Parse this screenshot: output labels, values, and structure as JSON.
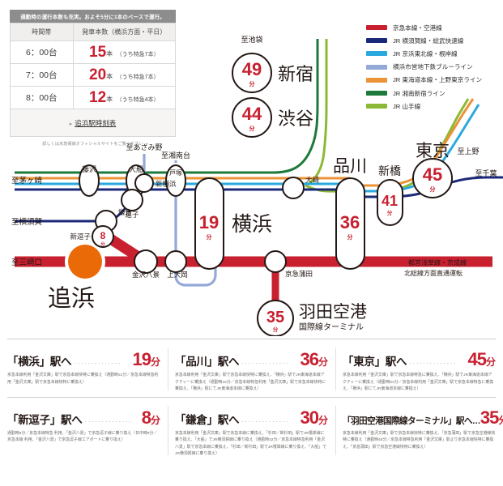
{
  "timetable": {
    "banner": "通勤時の運行本数も充実。およそ5分に1本のペースで運行。",
    "col_time": "時間帯",
    "col_count": "発車本数（横浜方面・平日）",
    "rows": [
      {
        "slot": "6：00台",
        "num": "15",
        "unit": "本",
        "sub": "（うち特急7本）"
      },
      {
        "slot": "7：00台",
        "num": "20",
        "unit": "本",
        "sub": "（うち特急7本）"
      },
      {
        "slot": "8：00台",
        "num": "12",
        "unit": "本",
        "sub": "（うち特急4本）"
      }
    ],
    "link_label": "追浜駅時刻表",
    "footnote": "詳しくは京急電鉄オフィシャルサイトをご覧ください"
  },
  "legend": {
    "items": [
      {
        "label": "京急本線・空港線",
        "color": "#c8202f"
      },
      {
        "label": "JR 横須賀線・総武快速線",
        "color": "#1b2a78"
      },
      {
        "label": "JR 京浜東北線・根岸線",
        "color": "#29a9dd"
      },
      {
        "label": "横浜市営地下鉄ブルーライン",
        "color": "#93a9d8"
      },
      {
        "label": "JR 東海道本線・上野東京ライン",
        "color": "#ea9337"
      },
      {
        "label": "JR 湘南新宿ライン",
        "color": "#1d7a3a"
      },
      {
        "label": "JR 山手線",
        "color": "#8cb935"
      }
    ]
  },
  "map": {
    "origin": {
      "label": "追浜"
    },
    "time_nodes": [
      {
        "name": "新宿",
        "minutes": "49",
        "unit": "分"
      },
      {
        "name": "渋谷",
        "minutes": "44",
        "unit": "分"
      },
      {
        "name": "横浜",
        "minutes": "19",
        "unit": "分"
      },
      {
        "name": "品川",
        "minutes": "36",
        "unit": "分"
      },
      {
        "name": "新橋",
        "minutes": "41",
        "unit": "分"
      },
      {
        "name": "東京",
        "minutes": "45",
        "unit": "分"
      },
      {
        "name": "新逗子",
        "minutes": "8",
        "unit": "分"
      },
      {
        "name": "羽田空港",
        "minutes": "35",
        "unit": "分",
        "sub": "国際線ターミナル"
      }
    ],
    "stations": [
      {
        "label": "藤沢"
      },
      {
        "label": "大船"
      },
      {
        "label": "戸塚"
      },
      {
        "label": "新横浜"
      },
      {
        "label": "大崎"
      },
      {
        "label": "鎌倉"
      },
      {
        "label": "逗子"
      },
      {
        "label": "金沢八景"
      },
      {
        "label": "上大岡"
      },
      {
        "label": "京急蒲田"
      }
    ],
    "terminals": [
      {
        "label": "至池袋"
      },
      {
        "label": "至あざみ野"
      },
      {
        "label": "至湘南台"
      },
      {
        "label": "至上野"
      },
      {
        "label": "至千葉"
      },
      {
        "label": "至茅ヶ崎"
      },
      {
        "label": "至横須賀"
      },
      {
        "label": "至三崎口"
      }
    ],
    "through_note_line1": "都営浅草線・京成線",
    "through_note_line2": "北総線方面直通運転"
  },
  "cards": [
    {
      "dest": "「横浜」駅へ",
      "minutes": "19",
      "unit": "分",
      "note": "京急本線利用「金沢文庫」駅で京急本線快特に乗換え（通勤時21分／京急本線特急利用「金沢文庫」駅で京急本線快特に乗換え）"
    },
    {
      "dest": "「品川」駅へ",
      "minutes": "36",
      "unit": "分",
      "note": "京急本線利用「金沢文庫」駅で京急本線快特に乗換え、「横浜」駅でJR東海道本線アクティーに乗換え（通勤時42分／京急本線特急利用「金沢文庫」駅で京急本線快特に乗換え、「横浜」駅にてJR東海道本線に乗換え）"
    },
    {
      "dest": "「東京」駅へ",
      "minutes": "45",
      "unit": "分",
      "note": "京急本線利用「金沢文庫」駅で京急本線特急に乗換え、「横浜」駅でJR東海道本線アクティーに乗換え（通勤時52分／京急本線利用「金沢文庫」駅で京急本線特急に乗換え、「横浜」駅にてJR東海道本線に乗換え）"
    },
    {
      "dest": "「新逗子」駅へ",
      "minutes": "8",
      "unit": "分",
      "note": "通勤時8分／京急本線特急 利用、「金沢八景」で京急逗子線に乗り換え（日中時9分／京急本線 利用、「金沢八景」で京急逗子線エアポートに乗り換え）"
    },
    {
      "dest": "「鎌倉」駅へ",
      "minutes": "30",
      "unit": "分",
      "note": "京急本線利用「金沢文庫」駅で京急本線に乗換え、「杉田／新杉田」駅でJR根岸線に乗り換え、「大船」でJR横須賀線に乗り換え（通勤時32分／京急本線特急利用「金沢八景」駅で京急本線に乗換え、「杉田／新杉田」駅でJR根岸線に乗り換え、「大船」でJR横須賀線に乗り換え）"
    },
    {
      "dest": "「羽田空港国際線ターミナル」駅へ…",
      "dest_small": true,
      "minutes": "35",
      "unit": "分",
      "note": "京急本線利用「金沢文庫」駅で京急本線快特に乗換え、「京急蒲田」駅で京急空港線快特に乗換え（通勤時45分／京急本線特急利用「金沢文庫」駅より京急本線快特に乗換え、「京急蒲田」駅で京急空港線快特に乗換え）"
    }
  ]
}
